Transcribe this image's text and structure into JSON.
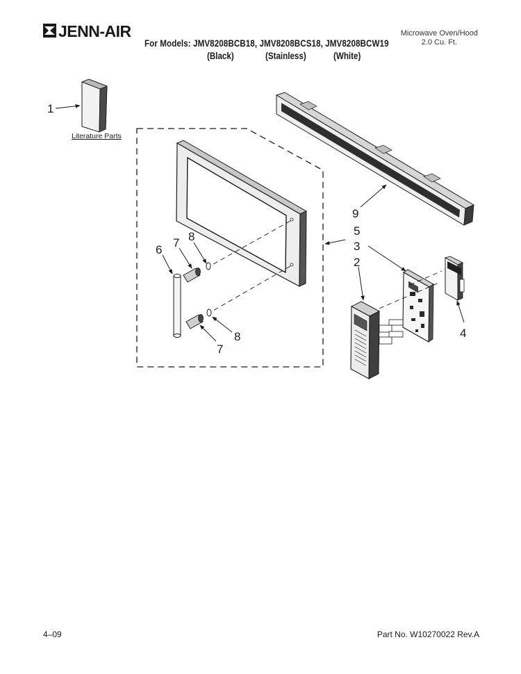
{
  "header": {
    "brand": "JENN-AIR",
    "models_line": "For Models: JMV8208BCB18, JMV8208BCS18, JMV8208BCW19",
    "colors": [
      "(Black)",
      "(Stainless)",
      "(White)"
    ],
    "product_line1": "Microwave Oven/Hood",
    "product_line2": "2.0 Cu. Ft."
  },
  "diagram": {
    "literature_label": "Literature Parts",
    "callouts": [
      {
        "id": "c1",
        "text": "1"
      },
      {
        "id": "c9",
        "text": "9"
      },
      {
        "id": "c5",
        "text": "5"
      },
      {
        "id": "c3",
        "text": "3"
      },
      {
        "id": "c2",
        "text": "2"
      },
      {
        "id": "c4",
        "text": "4"
      },
      {
        "id": "c6",
        "text": "6"
      },
      {
        "id": "c7a",
        "text": "7"
      },
      {
        "id": "c8a",
        "text": "8"
      },
      {
        "id": "c8b",
        "text": "8"
      },
      {
        "id": "c7b",
        "text": "7"
      }
    ]
  },
  "footer": {
    "date": "4–09",
    "part_no": "Part No. W10270022 Rev.A"
  }
}
